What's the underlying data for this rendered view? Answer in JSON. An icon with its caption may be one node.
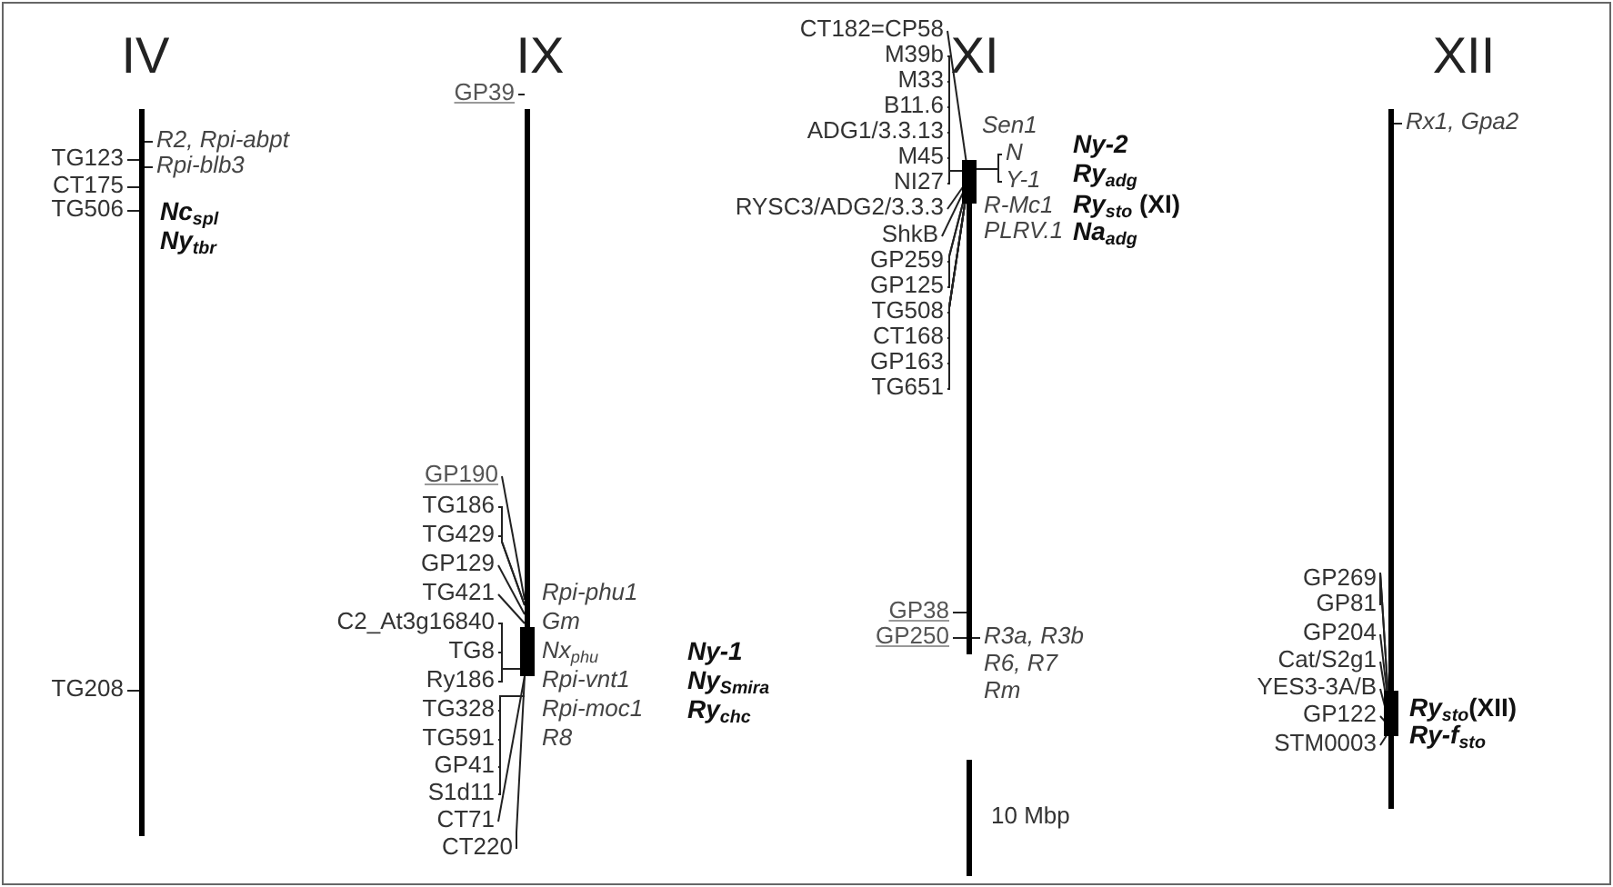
{
  "diagram": {
    "nodes": [
      {
        "text": [
          "IV"
        ]
      },
      {
        "text": [
          "R2, Rpi-abpt"
        ]
      },
      {
        "text": [
          "TG123"
        ]
      },
      {
        "text": [
          "Rpi-blb3"
        ]
      },
      {
        "text": [
          "CT175"
        ]
      },
      {
        "text": [
          "TG506"
        ]
      },
      {
        "text": [
          "TG208"
        ]
      },
      {
        "text": [
          "IX"
        ]
      },
      {
        "text": [
          "GP39"
        ]
      },
      {
        "text": [
          "GP190"
        ]
      },
      {
        "text": [
          "TG186"
        ]
      },
      {
        "text": [
          "TG429"
        ]
      },
      {
        "text": [
          "GP129"
        ]
      },
      {
        "text": [
          "TG421"
        ]
      },
      {
        "text": [
          "C2_At3g16840"
        ]
      },
      {
        "text": [
          "TG8"
        ]
      },
      {
        "text": [
          "Ry186"
        ]
      },
      {
        "text": [
          "TG328"
        ]
      },
      {
        "text": [
          "TG591"
        ]
      },
      {
        "text": [
          "GP41"
        ]
      },
      {
        "text": [
          "S1d11"
        ]
      },
      {
        "text": [
          "CT71"
        ]
      },
      {
        "text": [
          "CT220"
        ]
      },
      {
        "text": [
          "XI"
        ]
      },
      {
        "text": [
          "CT182=CP58"
        ]
      },
      {
        "text": [
          "M39b"
        ]
      },
      {
        "text": [
          "M33"
        ]
      },
      {
        "text": [
          "B11.6"
        ]
      },
      {
        "text": [
          "ADG1/3.3.13"
        ]
      },
      {
        "text": [
          "M45"
        ]
      },
      {
        "text": [
          "NI27"
        ]
      },
      {
        "text": [
          "RYSC3/ADG2/3.3.3"
        ]
      },
      {
        "text": [
          "ShkB"
        ]
      },
      {
        "text": [
          "GP259"
        ]
      },
      {
        "text": [
          "GP125"
        ]
      },
      {
        "text": [
          "TG508"
        ]
      },
      {
        "text": [
          "CT168"
        ]
      },
      {
        "text": [
          "GP163"
        ]
      },
      {
        "text": [
          "TG651"
        ]
      },
      {
        "text": [
          "GP38"
        ]
      },
      {
        "text": [
          "GP250"
        ]
      },
      {
        "text": [
          "R3a, R3b"
        ]
      },
      {
        "text": [
          "N"
        ]
      },
      {
        "text": [
          "Y-1"
        ]
      },
      {
        "text": [
          "XII"
        ]
      },
      {
        "text": [
          "Rx1, Gpa2"
        ]
      },
      {
        "text": [
          "GP269"
        ]
      },
      {
        "text": [
          "GP81"
        ]
      },
      {
        "text": [
          "GP204"
        ]
      },
      {
        "text": [
          "Cat/S2g1"
        ]
      },
      {
        "text": [
          "YES3-3A/B"
        ]
      },
      {
        "text": [
          "GP122"
        ]
      },
      {
        "text": [
          "STM0003"
        ]
      }
    ],
    "edges": [
      {
        "from": 1,
        "to": 0,
        "arrow": "none"
      },
      {
        "from": 2,
        "to": 0,
        "arrow": "none"
      },
      {
        "from": 3,
        "to": 0,
        "arrow": "none"
      },
      {
        "from": 4,
        "to": 0,
        "arrow": "none"
      },
      {
        "from": 5,
        "to": 0,
        "arrow": "none"
      },
      {
        "from": 6,
        "to": 0,
        "arrow": "none"
      },
      {
        "from": 8,
        "to": 7,
        "arrow": "none"
      },
      {
        "from": 9,
        "to": 7,
        "arrow": "none"
      },
      {
        "from": 10,
        "to": 7,
        "arrow": "none"
      },
      {
        "from": 11,
        "to": 7,
        "arrow": "none"
      },
      {
        "from": 12,
        "to": 7,
        "arrow": "none"
      },
      {
        "from": 13,
        "to": 7,
        "arrow": "none"
      },
      {
        "from": 14,
        "to": 7,
        "arrow": "none"
      },
      {
        "from": 15,
        "to": 7,
        "arrow": "none"
      },
      {
        "from": 16,
        "to": 7,
        "arrow": "none"
      },
      {
        "from": 17,
        "to": 7,
        "arrow": "none"
      },
      {
        "from": 18,
        "to": 7,
        "arrow": "none"
      },
      {
        "from": 19,
        "to": 7,
        "arrow": "none"
      },
      {
        "from": 20,
        "to": 7,
        "arrow": "none"
      },
      {
        "from": 21,
        "to": 7,
        "arrow": "none"
      },
      {
        "from": 22,
        "to": 7,
        "arrow": "none"
      },
      {
        "from": 24,
        "to": 23,
        "arrow": "none"
      },
      {
        "from": 25,
        "to": 23,
        "arrow": "none"
      },
      {
        "from": 26,
        "to": 23,
        "arrow": "none"
      },
      {
        "from": 27,
        "to": 23,
        "arrow": "none"
      },
      {
        "from": 28,
        "to": 23,
        "arrow": "none"
      },
      {
        "from": 29,
        "to": 23,
        "arrow": "none"
      },
      {
        "from": 30,
        "to": 23,
        "arrow": "none"
      },
      {
        "from": 31,
        "to": 23,
        "arrow": "none"
      },
      {
        "from": 32,
        "to": 23,
        "arrow": "none"
      },
      {
        "from": 33,
        "to": 23,
        "arrow": "none"
      },
      {
        "from": 34,
        "to": 23,
        "arrow": "none"
      },
      {
        "from": 35,
        "to": 23,
        "arrow": "none"
      },
      {
        "from": 36,
        "to": 23,
        "arrow": "none"
      },
      {
        "from": 37,
        "to": 23,
        "arrow": "none"
      },
      {
        "from": 38,
        "to": 23,
        "arrow": "none"
      },
      {
        "from": 39,
        "to": 23,
        "arrow": "none"
      },
      {
        "from": 40,
        "to": 23,
        "arrow": "none"
      },
      {
        "from": 41,
        "to": 23,
        "arrow": "none"
      },
      {
        "from": 42,
        "to": 23,
        "arrow": "none"
      },
      {
        "from": 43,
        "to": 23,
        "arrow": "none"
      },
      {
        "from": 45,
        "to": 44,
        "arrow": "none"
      },
      {
        "from": 46,
        "to": 44,
        "arrow": "none"
      },
      {
        "from": 47,
        "to": 44,
        "arrow": "none"
      },
      {
        "from": 48,
        "to": 44,
        "arrow": "none"
      },
      {
        "from": 49,
        "to": 44,
        "arrow": "none"
      },
      {
        "from": 50,
        "to": 44,
        "arrow": "none"
      },
      {
        "from": 51,
        "to": 44,
        "arrow": "none"
      },
      {
        "from": 52,
        "to": 44,
        "arrow": "none"
      }
    ],
    "labels": [
      "*Nc*$_{spl}$",
      "*Ny*$_{tbr}$",
      "Rpi-phu1",
      "Gm",
      "Nx$_{phu}$",
      "*Ny-1*",
      "Rpi-vnt1",
      "*Ny*$_{Smira}$",
      "Rpi-moc1",
      "*Ry*$_{chc}$",
      "R8",
      "Sen1",
      "*Ny-2*",
      "*Ry*$_{adg}$",
      "R-Mc1",
      "*Ry*$_{sto}$ (XI)",
      "PLRV.1",
      "*Na*$_{adg}$",
      "R6, R7",
      "Rm",
      "10 Mbp",
      "*Ry*$_{sto}$(XII)",
      "*Ry-f*$_{sto}$"
    ]
  }
}
